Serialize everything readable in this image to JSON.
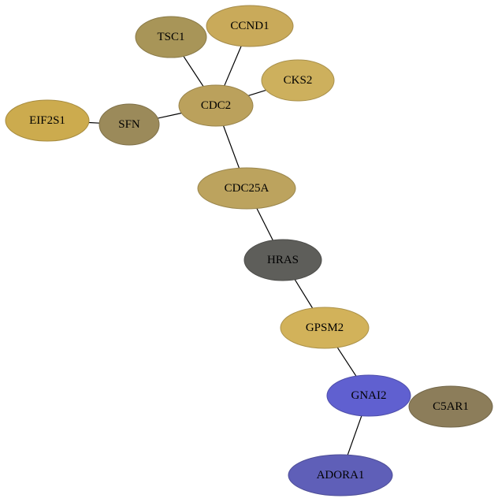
{
  "graph": {
    "nodes": [
      {
        "id": "TSC1",
        "label": "TSC1",
        "color": "#a89558"
      },
      {
        "id": "CCND1",
        "label": "CCND1",
        "color": "#c9aa5a"
      },
      {
        "id": "CKS2",
        "label": "CKS2",
        "color": "#cdb05d"
      },
      {
        "id": "CDC2",
        "label": "CDC2",
        "color": "#bba15c"
      },
      {
        "id": "EIF2S1",
        "label": "EIF2S1",
        "color": "#ccab4e"
      },
      {
        "id": "SFN",
        "label": "SFN",
        "color": "#9b8a5a"
      },
      {
        "id": "CDC25A",
        "label": "CDC25A",
        "color": "#bca35e"
      },
      {
        "id": "HRAS",
        "label": "HRAS",
        "color": "#5e5e5a"
      },
      {
        "id": "GPSM2",
        "label": "GPSM2",
        "color": "#d2b25a"
      },
      {
        "id": "GNAI2",
        "label": "GNAI2",
        "color": "#6060d0"
      },
      {
        "id": "C5AR1",
        "label": "C5AR1",
        "color": "#8c7d5a"
      },
      {
        "id": "ADORA1",
        "label": "ADORA1",
        "color": "#5f5fb8"
      }
    ],
    "edges": [
      {
        "source": "TSC1",
        "target": "CDC2"
      },
      {
        "source": "CCND1",
        "target": "CDC2"
      },
      {
        "source": "CKS2",
        "target": "CDC2"
      },
      {
        "source": "SFN",
        "target": "CDC2"
      },
      {
        "source": "EIF2S1",
        "target": "SFN"
      },
      {
        "source": "CDC2",
        "target": "CDC25A"
      },
      {
        "source": "CDC25A",
        "target": "HRAS"
      },
      {
        "source": "HRAS",
        "target": "GPSM2"
      },
      {
        "source": "GPSM2",
        "target": "GNAI2"
      },
      {
        "source": "GNAI2",
        "target": "ADORA1"
      }
    ]
  }
}
